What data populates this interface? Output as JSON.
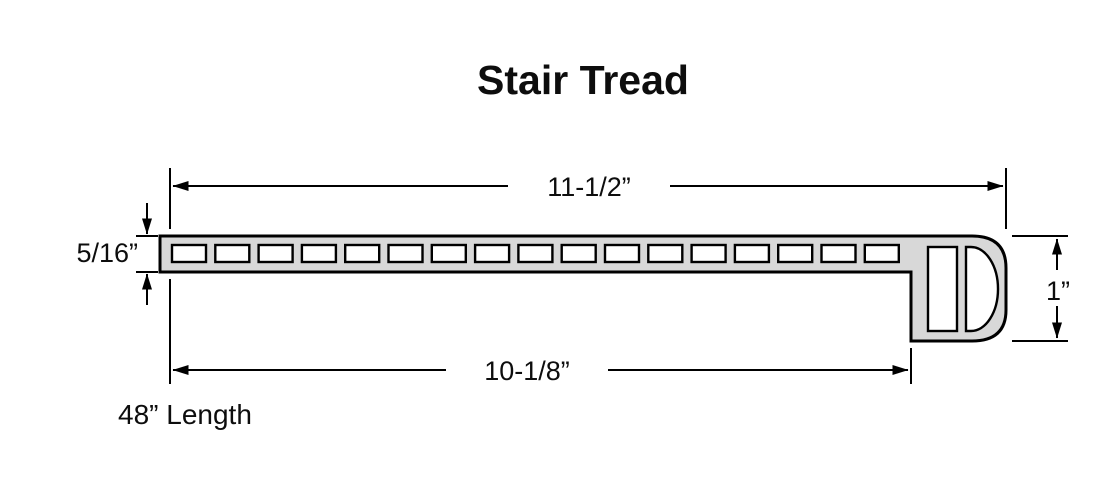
{
  "title": "Stair Tread",
  "dims": {
    "overall": "11-1/2”",
    "thickness": "5/16”",
    "nose_height": "1”",
    "depth": "10-1/8”",
    "length_note": "48” Length"
  },
  "colors": {
    "profile_fill": "#d8d8d8",
    "hole_fill": "#ffffff",
    "line": "#000000",
    "background": "#ffffff"
  },
  "profile": {
    "chamber_count": 17
  }
}
